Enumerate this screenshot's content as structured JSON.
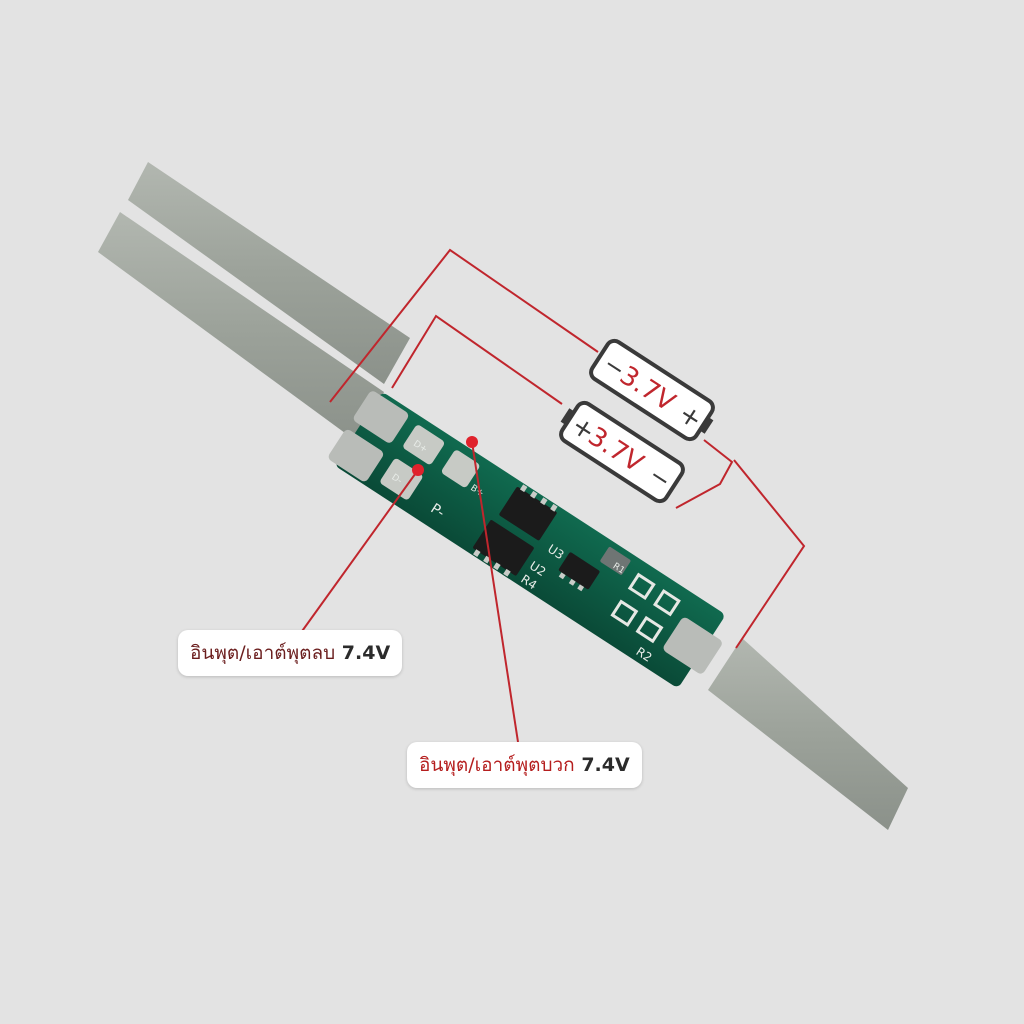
{
  "colors": {
    "background": "#e3e3e3",
    "pcb": "#0d5a43",
    "nickel_strip": "#9ea49c",
    "wire": "#c0262d",
    "label_text": "#b51e1e"
  },
  "batteries": [
    {
      "label": "3.7V",
      "left_terminal": "−",
      "right_terminal": "+"
    },
    {
      "label": "3.7V",
      "left_terminal": "+",
      "right_terminal": "−"
    }
  ],
  "pcb_silkscreen": {
    "pad_dplus": "D+",
    "pad_dminus": "D-",
    "pad_bplus": "B+",
    "pad_pminus": "P-",
    "u3": "U3",
    "u2": "U2",
    "r4": "R4",
    "r1": "R1",
    "r2": "R2"
  },
  "callouts": {
    "negative": {
      "text": "อินพุต/เอาต์พุตลบ",
      "voltage": "7.4V"
    },
    "positive": {
      "text": "อินพุต/เอาต์พุตบวก",
      "voltage": "7.4V"
    }
  }
}
